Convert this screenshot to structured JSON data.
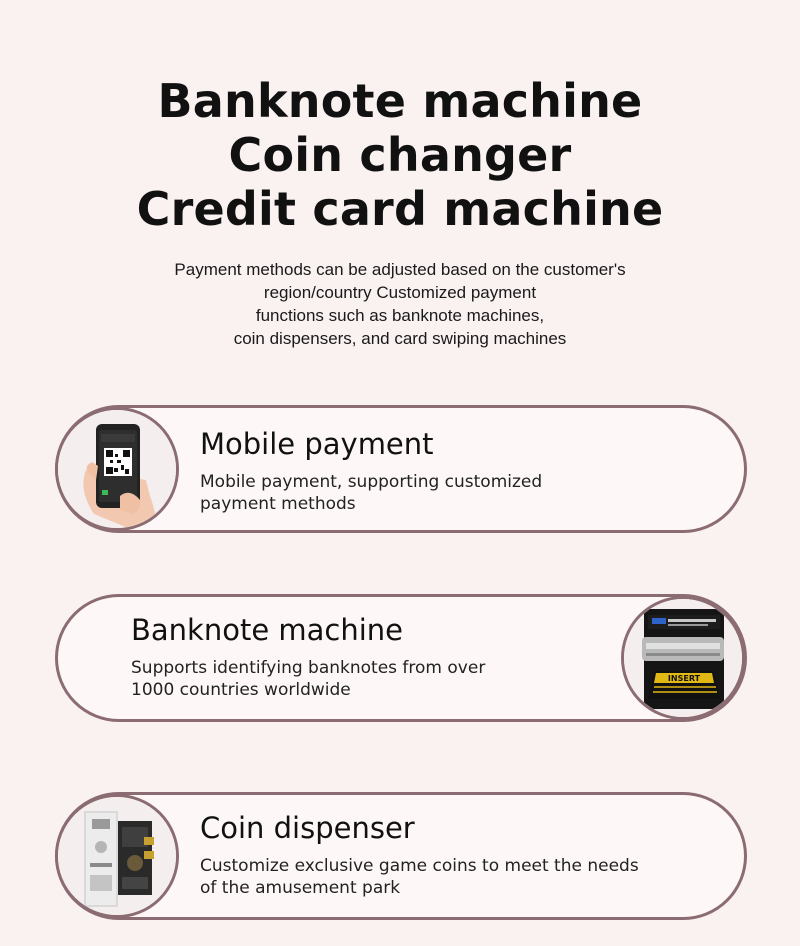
{
  "header": {
    "title_lines": [
      "Banknote machine",
      "Coin changer",
      "Credit card machine"
    ],
    "subtitle_lines": [
      "Payment methods can be adjusted based on the customer's",
      "region/country Customized payment",
      "functions such as banknote machines,",
      "coin dispensers, and card swiping machines"
    ]
  },
  "cards": [
    {
      "title": "Mobile payment",
      "description_lines": [
        "Mobile payment, supporting customized",
        "payment methods"
      ],
      "icon": "qr-phone-icon"
    },
    {
      "title": "Banknote machine",
      "description_lines": [
        "Supports identifying banknotes from over",
        "1000 countries worldwide"
      ],
      "icon": "bill-acceptor-icon",
      "image_text": "INSERT"
    },
    {
      "title": "Coin dispenser",
      "description_lines": [
        "Customize exclusive game coins to meet the needs",
        "of the amusement park"
      ],
      "icon": "coin-mechanism-icon"
    }
  ],
  "colors": {
    "background": "#faf1f1",
    "border": "#8a6c72",
    "card_fill": "#fdf8f7"
  }
}
